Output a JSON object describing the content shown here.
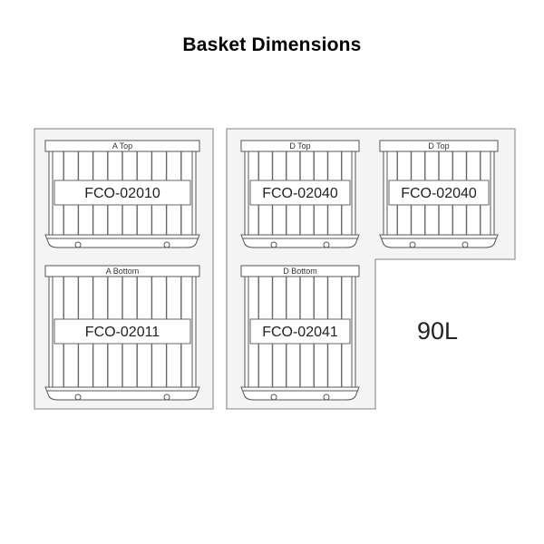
{
  "title": "Basket Dimensions",
  "volume": "90L",
  "baskets": [
    {
      "top_label": "A Top",
      "code": "FCO-02010"
    },
    {
      "top_label": "A Bottom",
      "code": "FCO-02011"
    },
    {
      "top_label": "D Top",
      "code": "FCO-02040"
    },
    {
      "top_label": "D Top",
      "code": "FCO-02040"
    },
    {
      "top_label": "D Bottom",
      "code": "FCO-02041"
    }
  ]
}
